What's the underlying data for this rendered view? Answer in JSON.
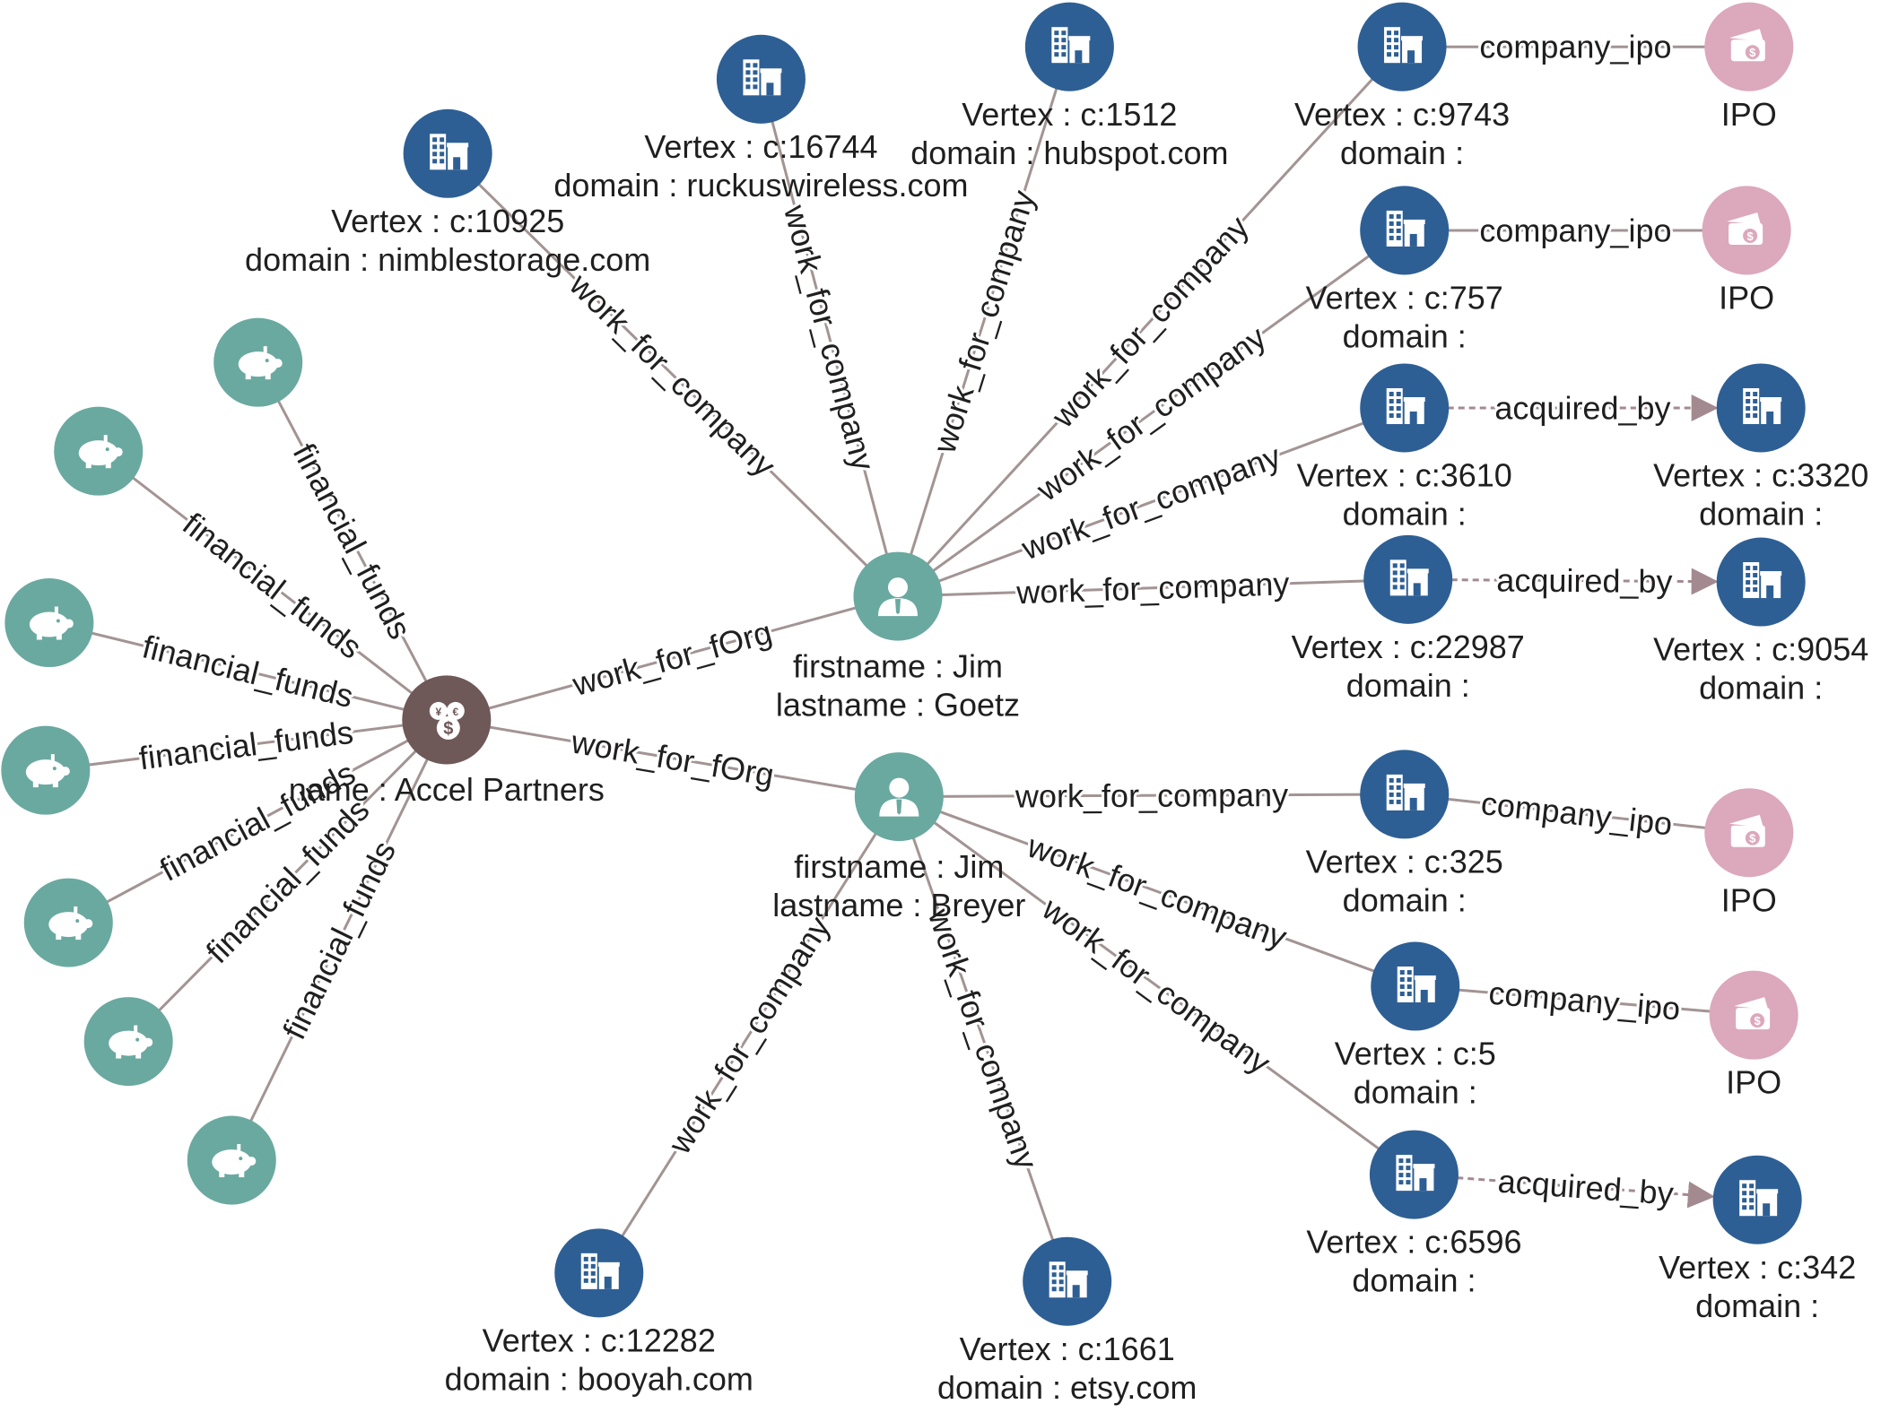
{
  "colors": {
    "company": "#2e5f94",
    "ipo": "#dca8bc",
    "investor": "#6aa9a0",
    "person": "#6aa9a0",
    "org": "#6f5858",
    "edge": "#a39494"
  },
  "icons": {
    "company": "building-icon",
    "ipo": "credit-card-dollar-icon",
    "investor": "piggy-bank-icon",
    "person": "person-icon",
    "org": "coins-icon"
  },
  "nodes": [
    {
      "id": "accel",
      "type": "org",
      "lines": [
        "name : Accel Partners"
      ]
    },
    {
      "id": "goetz",
      "type": "person",
      "lines": [
        "firstname : Jim",
        "lastname : Goetz"
      ]
    },
    {
      "id": "breyer",
      "type": "person",
      "lines": [
        "firstname : Jim",
        "lastname : Breyer"
      ]
    },
    {
      "id": "c10925",
      "type": "company",
      "lines": [
        "Vertex : c:10925",
        "domain : nimblestorage.com"
      ]
    },
    {
      "id": "c16744",
      "type": "company",
      "lines": [
        "Vertex : c:16744",
        "domain : ruckuswireless.com"
      ]
    },
    {
      "id": "c1512",
      "type": "company",
      "lines": [
        "Vertex : c:1512",
        "domain : hubspot.com"
      ]
    },
    {
      "id": "c9743",
      "type": "company",
      "lines": [
        "Vertex : c:9743",
        "domain :"
      ]
    },
    {
      "id": "c757",
      "type": "company",
      "lines": [
        "Vertex : c:757",
        "domain :"
      ]
    },
    {
      "id": "c3610",
      "type": "company",
      "lines": [
        "Vertex : c:3610",
        "domain :"
      ]
    },
    {
      "id": "c22987",
      "type": "company",
      "lines": [
        "Vertex : c:22987",
        "domain :"
      ]
    },
    {
      "id": "ipo1",
      "type": "ipo",
      "lines": [
        "IPO"
      ]
    },
    {
      "id": "ipo2",
      "type": "ipo",
      "lines": [
        "IPO"
      ]
    },
    {
      "id": "c3320",
      "type": "company",
      "lines": [
        "Vertex : c:3320",
        "domain :"
      ]
    },
    {
      "id": "c9054",
      "type": "company",
      "lines": [
        "Vertex : c:9054",
        "domain :"
      ]
    },
    {
      "id": "c325",
      "type": "company",
      "lines": [
        "Vertex : c:325",
        "domain :"
      ]
    },
    {
      "id": "c5",
      "type": "company",
      "lines": [
        "Vertex : c:5",
        "domain :"
      ]
    },
    {
      "id": "c6596",
      "type": "company",
      "lines": [
        "Vertex : c:6596",
        "domain :"
      ]
    },
    {
      "id": "ipo3",
      "type": "ipo",
      "lines": [
        "IPO"
      ]
    },
    {
      "id": "ipo4",
      "type": "ipo",
      "lines": [
        "IPO"
      ]
    },
    {
      "id": "c342",
      "type": "company",
      "lines": [
        "Vertex : c:342",
        "domain :"
      ]
    },
    {
      "id": "c12282",
      "type": "company",
      "lines": [
        "Vertex : c:12282",
        "domain : booyah.com"
      ]
    },
    {
      "id": "c1661",
      "type": "company",
      "lines": [
        "Vertex : c:1661",
        "domain : etsy.com"
      ]
    },
    {
      "id": "inv1",
      "type": "investor",
      "lines": []
    },
    {
      "id": "inv2",
      "type": "investor",
      "lines": []
    },
    {
      "id": "inv3",
      "type": "investor",
      "lines": []
    },
    {
      "id": "inv4",
      "type": "investor",
      "lines": []
    },
    {
      "id": "inv5",
      "type": "investor",
      "lines": []
    },
    {
      "id": "inv6",
      "type": "investor",
      "lines": []
    },
    {
      "id": "inv7",
      "type": "investor",
      "lines": []
    }
  ],
  "edges": [
    {
      "from": "accel",
      "to": "goetz",
      "label": "work_for_fOrg",
      "style": "solid"
    },
    {
      "from": "accel",
      "to": "breyer",
      "label": "work_for_fOrg",
      "style": "solid"
    },
    {
      "from": "inv1",
      "to": "accel",
      "label": "financial_funds",
      "style": "solid"
    },
    {
      "from": "inv2",
      "to": "accel",
      "label": "financial_funds",
      "style": "solid"
    },
    {
      "from": "inv3",
      "to": "accel",
      "label": "financial_funds",
      "style": "solid"
    },
    {
      "from": "inv4",
      "to": "accel",
      "label": "financial_funds",
      "style": "solid"
    },
    {
      "from": "inv5",
      "to": "accel",
      "label": "financial_funds",
      "style": "solid"
    },
    {
      "from": "inv6",
      "to": "accel",
      "label": "financial_funds",
      "style": "solid"
    },
    {
      "from": "inv7",
      "to": "accel",
      "label": "financial_funds",
      "style": "solid"
    },
    {
      "from": "goetz",
      "to": "c10925",
      "label": "work_for_company",
      "style": "solid"
    },
    {
      "from": "goetz",
      "to": "c16744",
      "label": "work_for_company",
      "style": "solid"
    },
    {
      "from": "goetz",
      "to": "c1512",
      "label": "work_for_company",
      "style": "solid"
    },
    {
      "from": "goetz",
      "to": "c9743",
      "label": "work_for_company",
      "style": "solid"
    },
    {
      "from": "goetz",
      "to": "c757",
      "label": "work_for_company",
      "style": "solid"
    },
    {
      "from": "goetz",
      "to": "c3610",
      "label": "work_for_company",
      "style": "solid"
    },
    {
      "from": "goetz",
      "to": "c22987",
      "label": "work_for_company",
      "style": "solid"
    },
    {
      "from": "c9743",
      "to": "ipo1",
      "label": "company_ipo",
      "style": "solid"
    },
    {
      "from": "c757",
      "to": "ipo2",
      "label": "company_ipo",
      "style": "solid"
    },
    {
      "from": "c3610",
      "to": "c3320",
      "label": "acquired_by",
      "style": "dashed"
    },
    {
      "from": "c22987",
      "to": "c9054",
      "label": "acquired_by",
      "style": "dashed"
    },
    {
      "from": "breyer",
      "to": "c325",
      "label": "work_for_company",
      "style": "solid"
    },
    {
      "from": "breyer",
      "to": "c5",
      "label": "work_for_company",
      "style": "solid"
    },
    {
      "from": "breyer",
      "to": "c6596",
      "label": "work_for_company",
      "style": "solid"
    },
    {
      "from": "breyer",
      "to": "c12282",
      "label": "work_for_company",
      "style": "solid"
    },
    {
      "from": "breyer",
      "to": "c1661",
      "label": "work_for_company",
      "style": "solid"
    },
    {
      "from": "c325",
      "to": "ipo3",
      "label": "company_ipo",
      "style": "solid"
    },
    {
      "from": "c5",
      "to": "ipo4",
      "label": "company_ipo",
      "style": "solid"
    },
    {
      "from": "c6596",
      "to": "c342",
      "label": "acquired_by",
      "style": "dashed"
    }
  ]
}
